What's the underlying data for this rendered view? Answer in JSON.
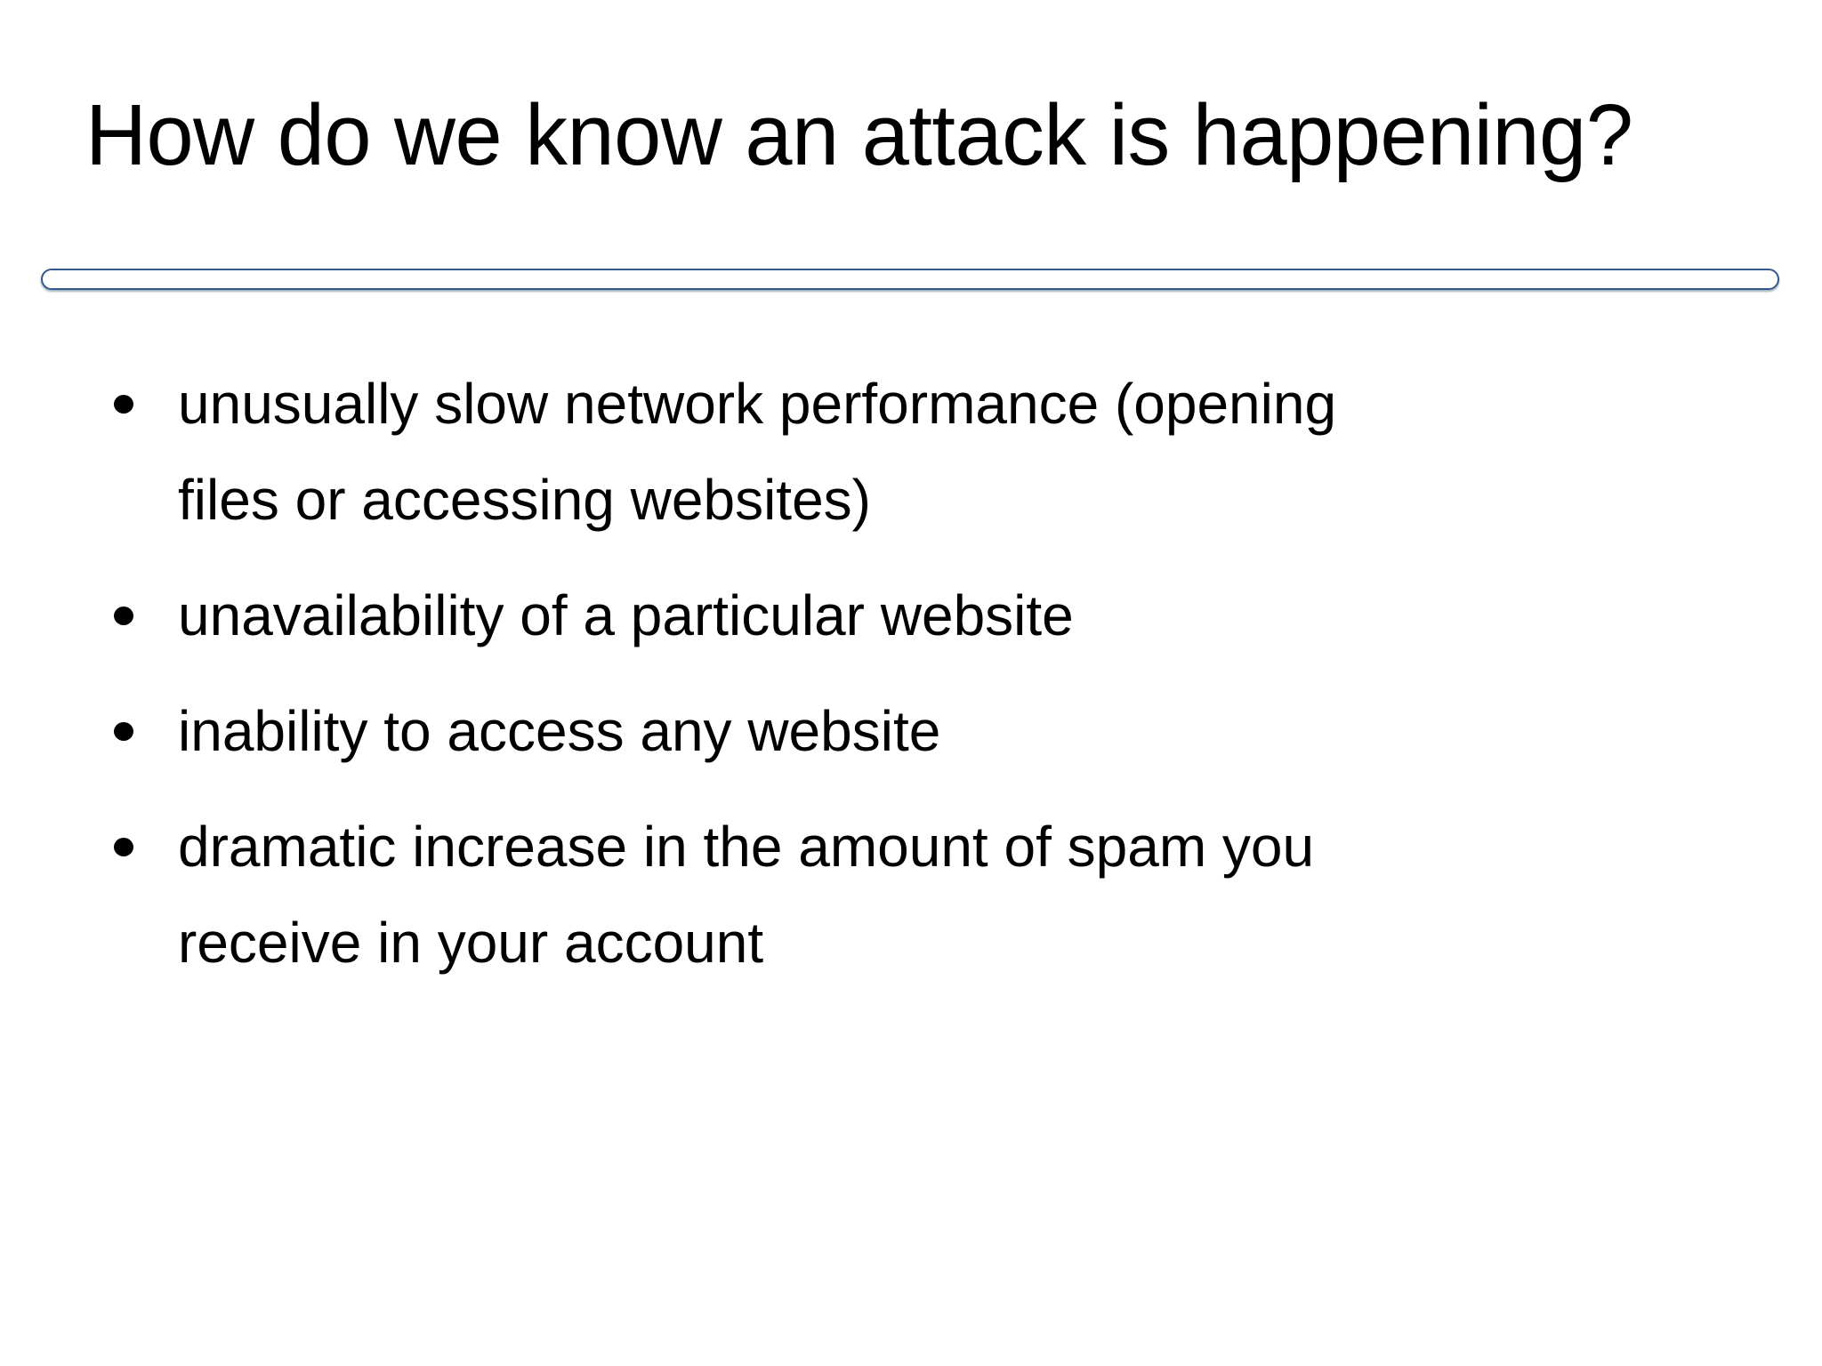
{
  "slide": {
    "background_color": "#ffffff",
    "title": "How do we know an attack is happening?",
    "divider": {
      "name": "title-underline-bar",
      "fill_color": "#4a7ebb",
      "border_color": "#33598a",
      "shadow_color": "#2c4f78"
    },
    "body": {
      "bullets": [
        {
          "marker": "bullet-dot",
          "text": "unusually slow network performance (opening\nfiles or accessing websites)"
        },
        {
          "marker": "bullet-dot",
          "text": "unavailability of a particular website"
        },
        {
          "marker": "bullet-dot",
          "text": "inability to access any website"
        },
        {
          "marker": "bullet-dot",
          "text": "dramatic increase in the amount of spam you\nreceive in your account"
        }
      ]
    }
  }
}
